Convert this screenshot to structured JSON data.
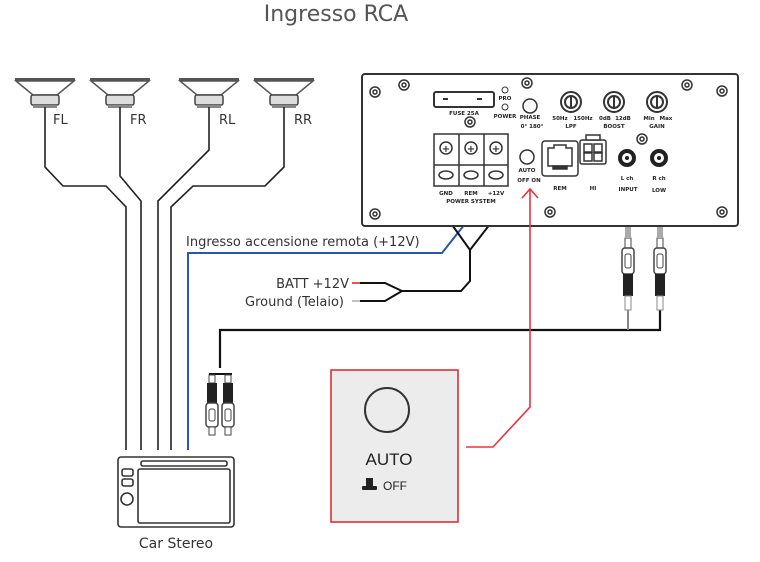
{
  "title": "Ingresso RCA",
  "speakers": [
    {
      "label": "FL"
    },
    {
      "label": "FR"
    },
    {
      "label": "RL"
    },
    {
      "label": "RR"
    }
  ],
  "amplifier": {
    "fuse_label": "FUSE 25A",
    "leds": [
      "PRO",
      "POWER"
    ],
    "phase_label": "PHASE",
    "phase_options": "0° 180°",
    "auto_label": "AUTO",
    "auto_options": "OFF ON",
    "knobs": [
      {
        "name": "LPF",
        "min": "50Hz",
        "max": "150Hz"
      },
      {
        "name": "BOOST",
        "min": "0dB",
        "max": "12dB"
      },
      {
        "name": "GAIN",
        "min": "Min",
        "max": "Max"
      }
    ],
    "terminals": [
      "GND",
      "REM",
      "+12V"
    ],
    "power_label": "POWER SYSTEM",
    "rem_port_label": "REM",
    "hi_port_label": "HI",
    "rca_inputs": [
      {
        "label": "L ch"
      },
      {
        "label": "R ch"
      }
    ],
    "input_label": "INPUT",
    "low_label": "LOW"
  },
  "wiring": {
    "remote_label": "Ingresso accensione remota (+12V)",
    "batt_label": "BATT +12V",
    "ground_label": "Ground (Telaio)",
    "remote_color": "#2e56a8",
    "plus_color": "#e02020",
    "pointer_color": "#e8343f"
  },
  "callout": {
    "label": "AUTO",
    "sub_label": "OFF",
    "border_color": "#d9232e",
    "bg_color": "#ececec"
  },
  "head_unit": {
    "label": "Car Stereo"
  }
}
